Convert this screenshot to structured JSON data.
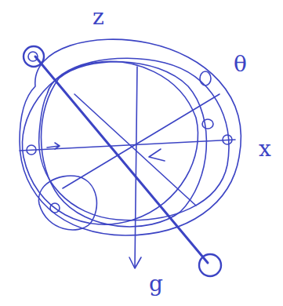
{
  "diagram": {
    "labels": [
      "z",
      "θ",
      "x",
      "g"
    ]
  }
}
